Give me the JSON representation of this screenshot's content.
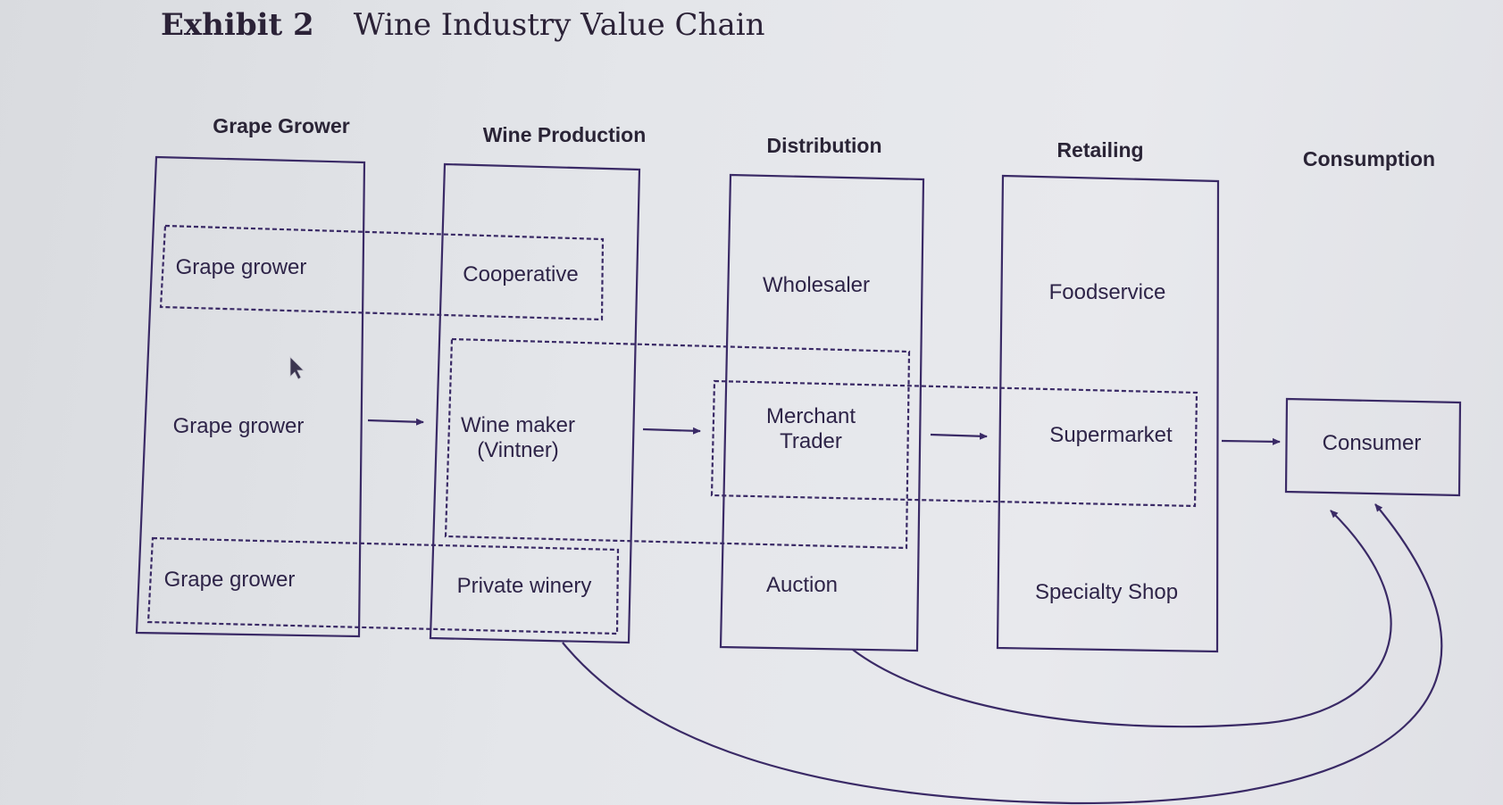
{
  "title": {
    "exhibit": "Exhibit 2",
    "text": "Wine Industry Value Chain"
  },
  "columns": [
    {
      "header": "Grape Grower"
    },
    {
      "header": "Wine Production"
    },
    {
      "header": "Distribution"
    },
    {
      "header": "Retailing"
    },
    {
      "header": "Consumption"
    }
  ],
  "nodes": {
    "grape_grower_top": "Grape grower",
    "grape_grower_mid": "Grape grower",
    "grape_grower_bottom": "Grape grower",
    "cooperative": "Cooperative",
    "wine_maker_line1": "Wine maker",
    "wine_maker_line2": "(Vintner)",
    "private_winery": "Private winery",
    "wholesaler": "Wholesaler",
    "merchant_line1": "Merchant",
    "merchant_line2": "Trader",
    "auction": "Auction",
    "foodservice": "Foodservice",
    "supermarket": "Supermarket",
    "specialty_shop": "Specialty Shop",
    "consumer": "Consumer"
  },
  "colors": {
    "line": "#3a2a66",
    "text": "#2e2448",
    "background": "#e4e6ea"
  }
}
